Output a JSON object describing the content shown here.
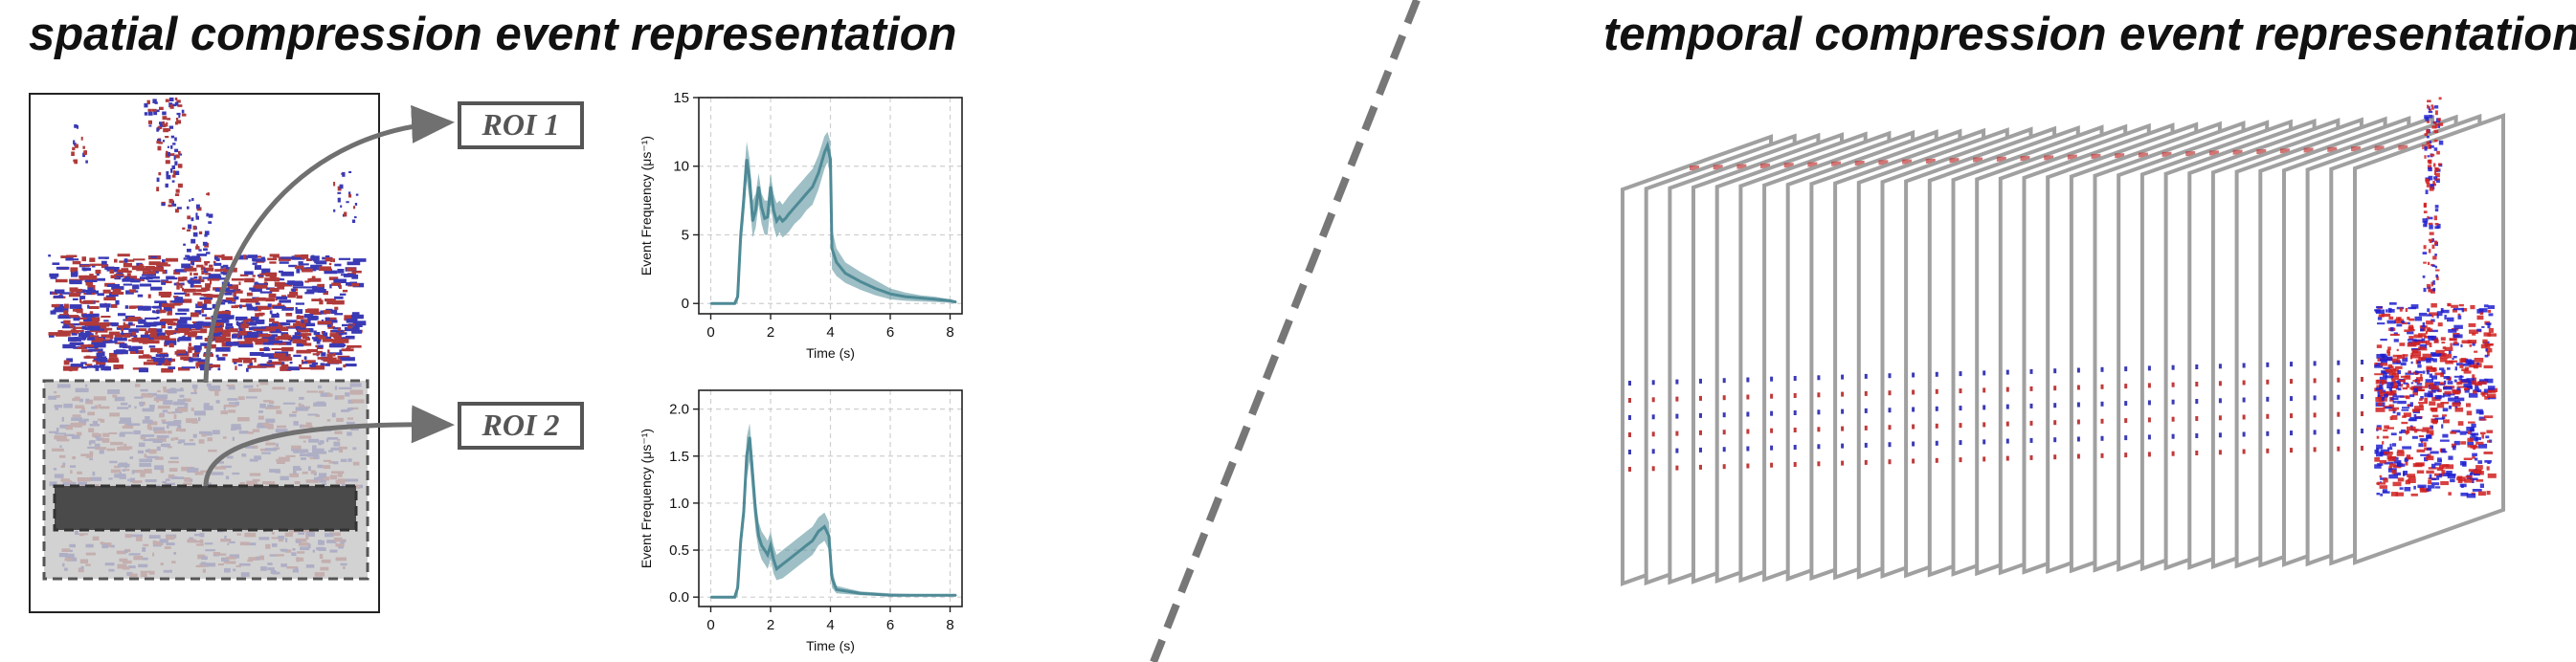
{
  "titles": {
    "left": "spatial compression event representation",
    "right": "temporal compression event representation"
  },
  "roi_labels": [
    "ROI 1",
    "ROI 2"
  ],
  "colors": {
    "positive_events": "#b03a3a",
    "negative_events": "#3a3ab5",
    "signal": "#4e8a96",
    "roi_fill": "#c8c8c8",
    "roi_inner_fill": "#4a4a4a",
    "arrow": "#707070",
    "divider": "#777777",
    "frame_stroke": "#a0a0a0"
  },
  "temporal_stack": {
    "frame_count": 32
  },
  "chart_data": [
    {
      "type": "area",
      "title": "",
      "xlabel": "Time (s)",
      "ylabel": "Event Frequency (μs⁻¹)",
      "xlim": [
        -0.4,
        8.4
      ],
      "ylim": [
        -0.75,
        15
      ],
      "xticks": [
        0,
        2,
        4,
        6,
        8
      ],
      "yticks": [
        0,
        5,
        10,
        15
      ],
      "grid": true,
      "series": [
        {
          "x": [
            0,
            0.8,
            0.9,
            1.0,
            1.1,
            1.2,
            1.3,
            1.4,
            1.5,
            1.6,
            1.7,
            1.8,
            1.9,
            2.0,
            2.1,
            2.2,
            2.3,
            2.4,
            2.5,
            2.6,
            2.8,
            3.0,
            3.2,
            3.4,
            3.6,
            3.8,
            3.9,
            4.0,
            4.05,
            4.2,
            4.5,
            5.0,
            5.5,
            6.0,
            6.5,
            7.0,
            7.5,
            8.0,
            8.2
          ],
          "values": [
            0,
            0,
            0.5,
            5,
            7.5,
            10.5,
            9,
            6,
            6.8,
            8.5,
            7.0,
            6.2,
            6.3,
            8.5,
            6.8,
            6.0,
            6.3,
            6.0,
            6.2,
            6.5,
            7.0,
            7.5,
            8.0,
            8.5,
            9.5,
            11.0,
            11.5,
            10.5,
            4.0,
            3.0,
            2.2,
            1.6,
            1.1,
            0.7,
            0.5,
            0.4,
            0.3,
            0.2,
            0.1
          ],
          "upper": [
            0,
            0,
            1,
            6,
            9,
            11.8,
            10.5,
            7.5,
            8,
            9.5,
            8,
            7.5,
            7.5,
            9.5,
            8,
            7.3,
            7.5,
            7.2,
            7.5,
            7.8,
            8.3,
            8.8,
            9.3,
            9.8,
            10.8,
            12.2,
            12.5,
            11.8,
            5.5,
            4.0,
            3.0,
            2.3,
            1.7,
            1.1,
            0.8,
            0.6,
            0.5,
            0.3,
            0.2
          ],
          "lower": [
            0,
            0,
            0,
            3.8,
            6,
            9,
            7.5,
            4.8,
            5.5,
            7.2,
            5.8,
            5.0,
            5.0,
            7.2,
            5.6,
            4.8,
            5.2,
            4.8,
            5.0,
            5.2,
            5.8,
            6.2,
            6.8,
            7.2,
            8.3,
            9.8,
            10.3,
            9.3,
            2.5,
            2.0,
            1.5,
            1.0,
            0.6,
            0.3,
            0.2,
            0.15,
            0.1,
            0.05,
            0
          ]
        }
      ]
    },
    {
      "type": "area",
      "title": "",
      "xlabel": "Time (s)",
      "ylabel": "Event Frequency (μs⁻¹)",
      "xlim": [
        -0.4,
        8.4
      ],
      "ylim": [
        -0.1,
        2.2
      ],
      "xticks": [
        0,
        2,
        4,
        6,
        8
      ],
      "yticks": [
        0.0,
        0.5,
        1.0,
        1.5,
        2.0
      ],
      "grid": true,
      "series": [
        {
          "x": [
            0,
            0.8,
            0.9,
            1.0,
            1.1,
            1.2,
            1.3,
            1.4,
            1.5,
            1.6,
            1.7,
            1.8,
            1.9,
            2.0,
            2.1,
            2.2,
            2.4,
            2.6,
            2.8,
            3.0,
            3.2,
            3.4,
            3.6,
            3.8,
            3.95,
            4.05,
            4.2,
            5.0,
            6.0,
            7.0,
            8.0,
            8.2
          ],
          "values": [
            0,
            0,
            0.1,
            0.6,
            0.9,
            1.5,
            1.7,
            1.3,
            0.9,
            0.65,
            0.55,
            0.5,
            0.45,
            0.55,
            0.4,
            0.3,
            0.35,
            0.4,
            0.45,
            0.5,
            0.55,
            0.6,
            0.7,
            0.75,
            0.65,
            0.2,
            0.08,
            0.04,
            0.02,
            0.02,
            0.02,
            0.02
          ],
          "upper": [
            0,
            0,
            0.2,
            0.75,
            1.05,
            1.7,
            1.85,
            1.5,
            1.05,
            0.8,
            0.7,
            0.65,
            0.6,
            0.7,
            0.55,
            0.45,
            0.5,
            0.55,
            0.6,
            0.65,
            0.7,
            0.75,
            0.85,
            0.9,
            0.8,
            0.3,
            0.12,
            0.06,
            0.04,
            0.03,
            0.03,
            0.03
          ],
          "lower": [
            0,
            0,
            0.0,
            0.45,
            0.75,
            1.25,
            1.45,
            1.05,
            0.7,
            0.5,
            0.4,
            0.35,
            0.3,
            0.4,
            0.25,
            0.18,
            0.2,
            0.25,
            0.3,
            0.35,
            0.4,
            0.45,
            0.55,
            0.6,
            0.5,
            0.1,
            0.04,
            0.02,
            0.01,
            0.01,
            0.01,
            0.01
          ]
        }
      ]
    }
  ]
}
